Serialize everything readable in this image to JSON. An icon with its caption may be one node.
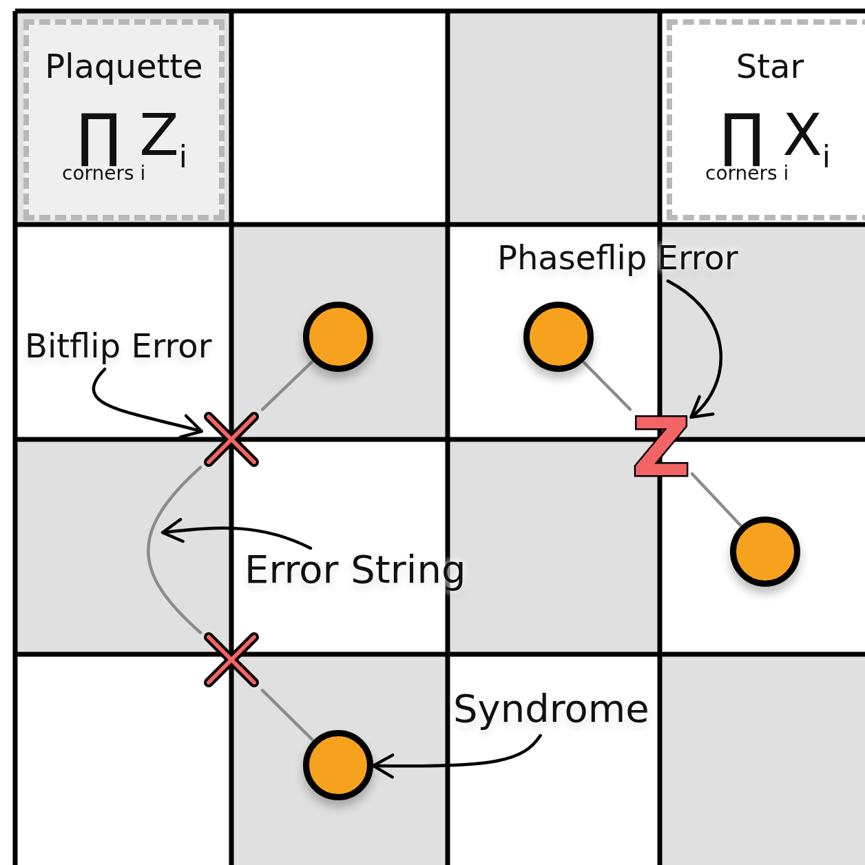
{
  "diagram": {
    "nodes": [
      {
        "text": [
          "Plaquette",
          "∏ Z$_{i}$",
          "corners i"
        ]
      },
      {
        "text": [
          "Star",
          "∏ X$_{i}$",
          "corners i"
        ]
      },
      {
        "text": [
          "Bitflip Error"
        ]
      },
      {
        "text": [
          "Phaseflip Error"
        ]
      },
      {
        "text": [
          "Error String"
        ]
      },
      {
        "text": [
          "Syndrome"
        ]
      },
      {
        "text": [],
        "shape": "circle"
      },
      {
        "text": [],
        "shape": "circle"
      },
      {
        "text": [],
        "shape": "circle"
      },
      {
        "text": [],
        "shape": "circle"
      },
      {
        "text": [],
        "shape": "cross"
      },
      {
        "text": [],
        "shape": "cross"
      },
      {
        "text": [
          "Z"
        ]
      }
    ],
    "edges": [
      {
        "from": 2,
        "to": 10,
        "arrow": "to",
        "color": "#000000"
      },
      {
        "from": 3,
        "to": 12,
        "arrow": "to",
        "color": "#000000"
      },
      {
        "from": 4,
        "to": null,
        "arrow": "to",
        "color": "#000000"
      },
      {
        "from": 5,
        "to": 9,
        "arrow": "to",
        "color": "#000000"
      },
      {
        "from": 6,
        "to": 10,
        "arrow": "none"
      },
      {
        "from": 10,
        "to": 11,
        "arrow": "none"
      },
      {
        "from": 11,
        "to": 9,
        "arrow": "none"
      },
      {
        "from": 7,
        "to": 12,
        "arrow": "none"
      },
      {
        "from": 12,
        "to": 8,
        "arrow": "none"
      }
    ]
  }
}
